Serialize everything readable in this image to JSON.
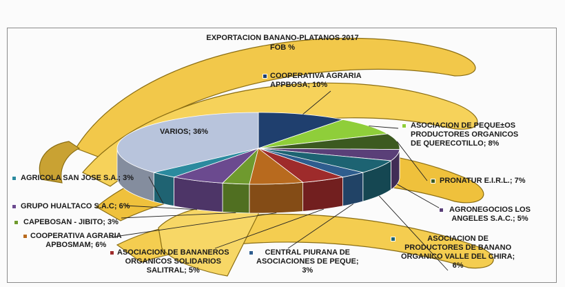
{
  "chart_data": {
    "type": "pie",
    "title": "EXPORTACION  BANANO-PLATANOS 2017\nFOB  %",
    "data_labels_visible": true,
    "legend": "none",
    "slices": [
      {
        "label": "COOPERATIVA AGRARIA\nAPPBOSA; 10%",
        "name": "COOPERATIVA AGRARIA APPBOSA",
        "value": 10,
        "color": "#1f3f6e"
      },
      {
        "label": "ASOCIACION DE PEQUE±OS\nPRODUCTORES ORGANICOS\nDE QUERECOTILLO; 8%",
        "name": "ASOCIACION DE PEQUE±OS PRODUCTORES ORGANICOS DE QUERECOTILLO",
        "value": 8,
        "color": "#8fce3a"
      },
      {
        "label": "PRONATUR E.I.R.L.; 7%",
        "name": "PRONATUR E.I.R.L.",
        "value": 7,
        "color": "#3c5a20"
      },
      {
        "label": "AGRONEGOCIOS LOS\nANGELES S.A.C.; 5%",
        "name": "AGRONEGOCIOS LOS ANGELES S.A.C.",
        "value": 5,
        "color": "#5a3f78"
      },
      {
        "label": "ASOCIACION DE\nPRODUCTORES DE BANANO\nORGANICO VALLE DEL CHIRA;\n6%",
        "name": "ASOCIACION DE PRODUCTORES DE BANANO ORGANICO VALLE DEL CHIRA",
        "value": 6,
        "color": "#1d6372"
      },
      {
        "label": "CENTRAL PIURANA DE\nASOCIACIONES DE PEQUE;\n3%",
        "name": "CENTRAL PIURANA DE ASOCIACIONES DE PEQUE",
        "value": 3,
        "color": "#2e5d8e"
      },
      {
        "label": "ASOCIACION DE BANANEROS\nORGANICOS SOLIDARIOS\nSALITRAL; 5%",
        "name": "ASOCIACION DE BANANEROS ORGANICOS SOLIDARIOS SALITRAL",
        "value": 5,
        "color": "#9e2b2b"
      },
      {
        "label": "COOPERATIVA AGRARIA\nAPBOSMAM; 6%",
        "name": "COOPERATIVA AGRARIA APBOSMAM",
        "value": 6,
        "color": "#b86a1e"
      },
      {
        "label": "CAPEBOSAN - JIBITO; 3%",
        "name": "CAPEBOSAN - JIBITO",
        "value": 3,
        "color": "#6f9a2e"
      },
      {
        "label": "GRUPO HUALTACO S.A.C; 6%",
        "name": "GRUPO HUALTACO S.A.C",
        "value": 6,
        "color": "#6b4a8f"
      },
      {
        "label": "AGRICOLA SAN JOSE S.A.; 3%",
        "name": "AGRICOLA SAN JOSE S.A.",
        "value": 3,
        "color": "#2b8a9e"
      },
      {
        "label": "VARIOS; 36%",
        "name": "VARIOS",
        "value": 36,
        "color": "#b8c4dc"
      }
    ]
  }
}
